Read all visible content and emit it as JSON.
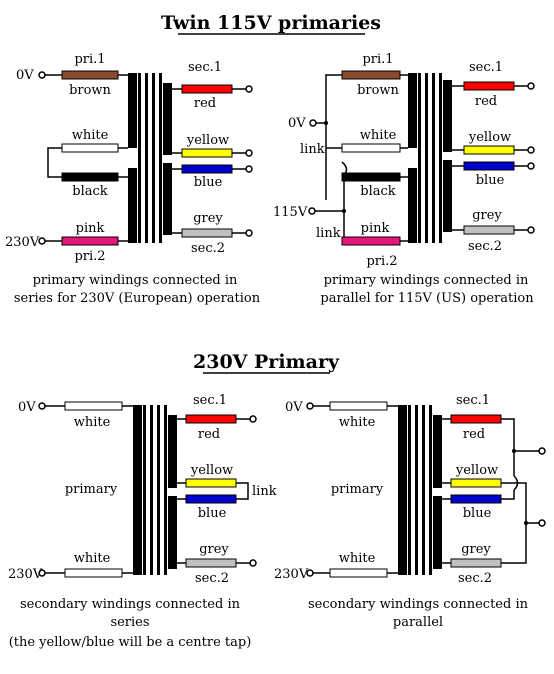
{
  "titles": {
    "twin": "Twin 115V primaries",
    "single": "230V Primary"
  },
  "colors": {
    "brown": "#8b4a2f",
    "white": "#ffffff",
    "black": "#000000",
    "pink": "#e5177a",
    "red": "#ff0000",
    "yellow": "#ffff00",
    "blue": "#0000cc",
    "grey": "#c0c0c0"
  },
  "panel1": {
    "v0": "0V",
    "v230": "230V",
    "pri1": "pri.1",
    "brown": "brown",
    "white": "white",
    "black": "black",
    "pink": "pink",
    "pri2": "pri.2",
    "sec1": "sec.1",
    "red": "red",
    "yellow": "yellow",
    "blue": "blue",
    "grey": "grey",
    "sec2": "sec.2",
    "caption1": "primary windings connected in",
    "caption2": "series for 230V (European) operation"
  },
  "panel2": {
    "v0": "0V",
    "v115": "115V",
    "link1": "link",
    "link2": "link",
    "pri1": "pri.1",
    "brown": "brown",
    "white": "white",
    "black": "black",
    "pink": "pink",
    "pri2": "pri.2",
    "sec1": "sec.1",
    "red": "red",
    "yellow": "yellow",
    "blue": "blue",
    "grey": "grey",
    "sec2": "sec.2",
    "caption1": "primary windings connected in",
    "caption2": "parallel for 115V (US) operation"
  },
  "panel3": {
    "v0": "0V",
    "v230": "230V",
    "white1": "white",
    "primary": "primary",
    "white2": "white",
    "sec1": "sec.1",
    "red": "red",
    "yellow": "yellow",
    "blue": "blue",
    "grey": "grey",
    "sec2": "sec.2",
    "link": "link",
    "caption1": "secondary windings connected in",
    "caption2": "series",
    "caption3": "(the yellow/blue will be a centre tap)"
  },
  "panel4": {
    "v0": "0V",
    "v230": "230V",
    "white1": "white",
    "primary": "primary",
    "white2": "white",
    "sec1": "sec.1",
    "red": "red",
    "yellow": "yellow",
    "blue": "blue",
    "grey": "grey",
    "sec2": "sec.2",
    "caption1": "secondary windings connected in",
    "caption2": "parallel"
  }
}
